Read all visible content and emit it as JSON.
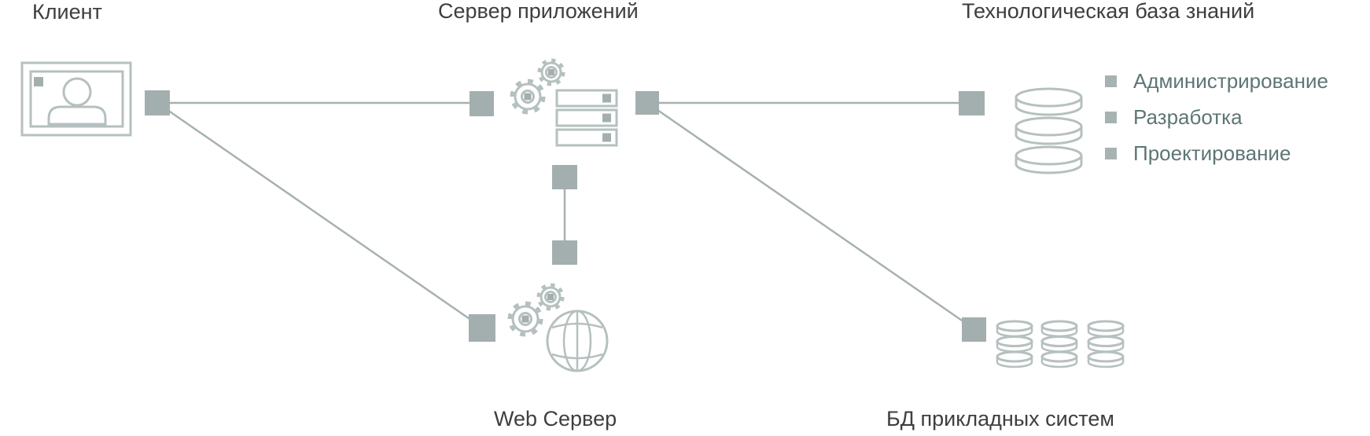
{
  "nodes": {
    "client": {
      "label": "Клиент"
    },
    "app_server": {
      "label": "Сервер приложений"
    },
    "tech_base": {
      "label": "Технологическая база знаний"
    },
    "web_server": {
      "label": "Web Сервер"
    },
    "app_db": {
      "label": "БД прикладных систем"
    }
  },
  "legend": {
    "items": [
      {
        "label": "Администрирование"
      },
      {
        "label": "Разработка"
      },
      {
        "label": "Проектирование"
      }
    ]
  },
  "colors": {
    "background": "#ffffff",
    "line": "#a6b1b0",
    "connector": "#a3afae",
    "icon_stroke": "#b5c0bf",
    "title_text": "#3e3e3e",
    "legend_text": "#5e7575",
    "legend_bullet": "#a7b3b3"
  }
}
